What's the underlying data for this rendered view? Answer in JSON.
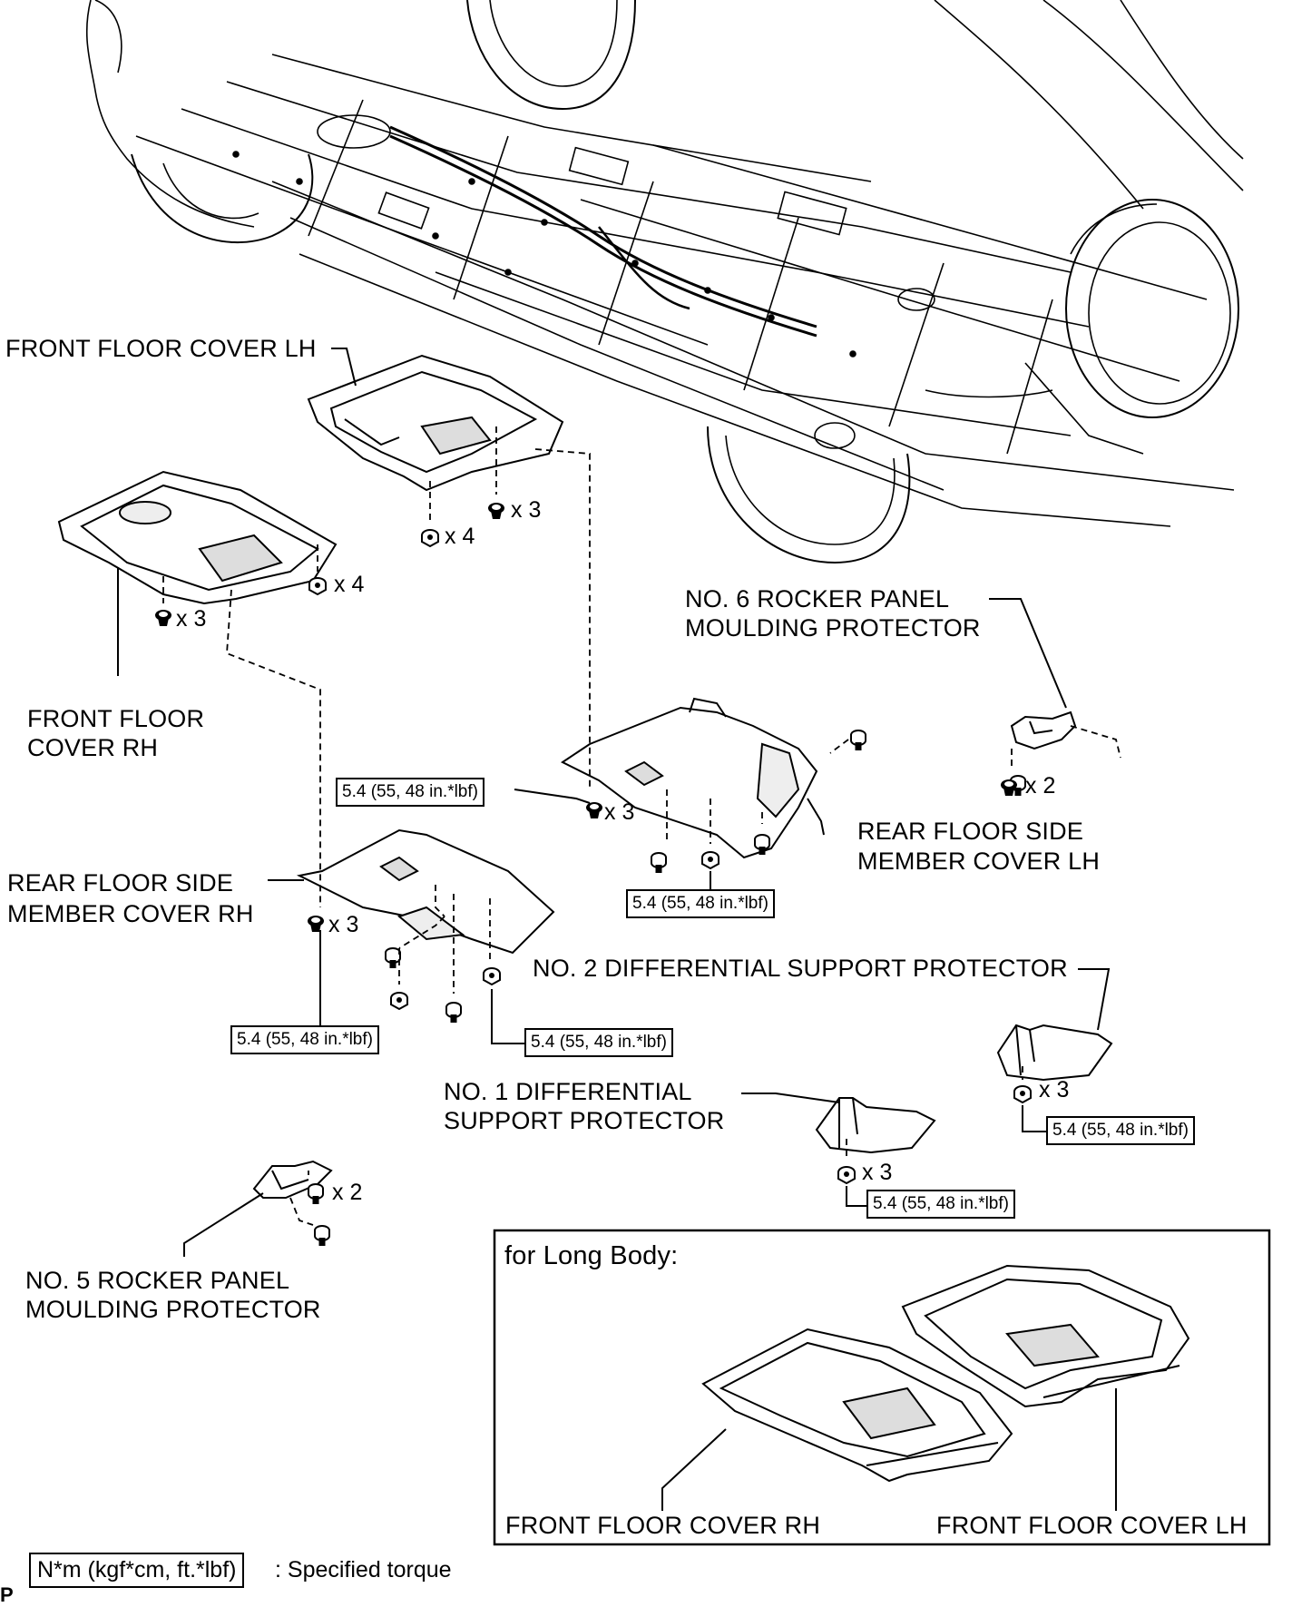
{
  "labels": {
    "front_floor_cover_lh": "FRONT FLOOR COVER LH",
    "front_floor_cover_rh_1": "FRONT FLOOR",
    "front_floor_cover_rh_2": "COVER RH",
    "no6_rocker_1": "NO. 6 ROCKER PANEL",
    "no6_rocker_2": "MOULDING PROTECTOR",
    "rear_floor_lh_1": "REAR FLOOR SIDE",
    "rear_floor_lh_2": "MEMBER COVER LH",
    "rear_floor_rh_1": "REAR FLOOR SIDE",
    "rear_floor_rh_2": "MEMBER COVER RH",
    "no2_diff": "NO. 2 DIFFERENTIAL SUPPORT PROTECTOR",
    "no1_diff_1": "NO. 1 DIFFERENTIAL",
    "no1_diff_2": "SUPPORT PROTECTOR",
    "no5_rocker_1": "NO. 5 ROCKER PANEL",
    "no5_rocker_2": "MOULDING PROTECTOR"
  },
  "quantities": {
    "lh_clip": "x 3",
    "lh_bolt": "x 4",
    "rh_bolt": "x 4",
    "rh_clip": "x 3",
    "no6": "x 2",
    "rear_lh": "x 3",
    "rear_rh": "x 3",
    "no2": "x 3",
    "no1": "x 3",
    "no5": "x 2"
  },
  "torque": {
    "t1": "5.4 (55, 48 in.*lbf)",
    "t2": "5.4 (55, 48 in.*lbf)",
    "t3": "5.4 (55, 48 in.*lbf)",
    "t4": "5.4 (55, 48 in.*lbf)",
    "t5": "5.4 (55, 48 in.*lbf)",
    "t6": "5.4 (55, 48 in.*lbf)"
  },
  "long_body": {
    "title": "for Long Body:",
    "rh_label": "FRONT FLOOR COVER RH",
    "lh_label": "FRONT FLOOR COVER LH"
  },
  "legend": {
    "unit_box": "N*m (kgf*cm, ft.*lbf)",
    "meaning": ": Specified torque"
  },
  "corner_mark": "P"
}
